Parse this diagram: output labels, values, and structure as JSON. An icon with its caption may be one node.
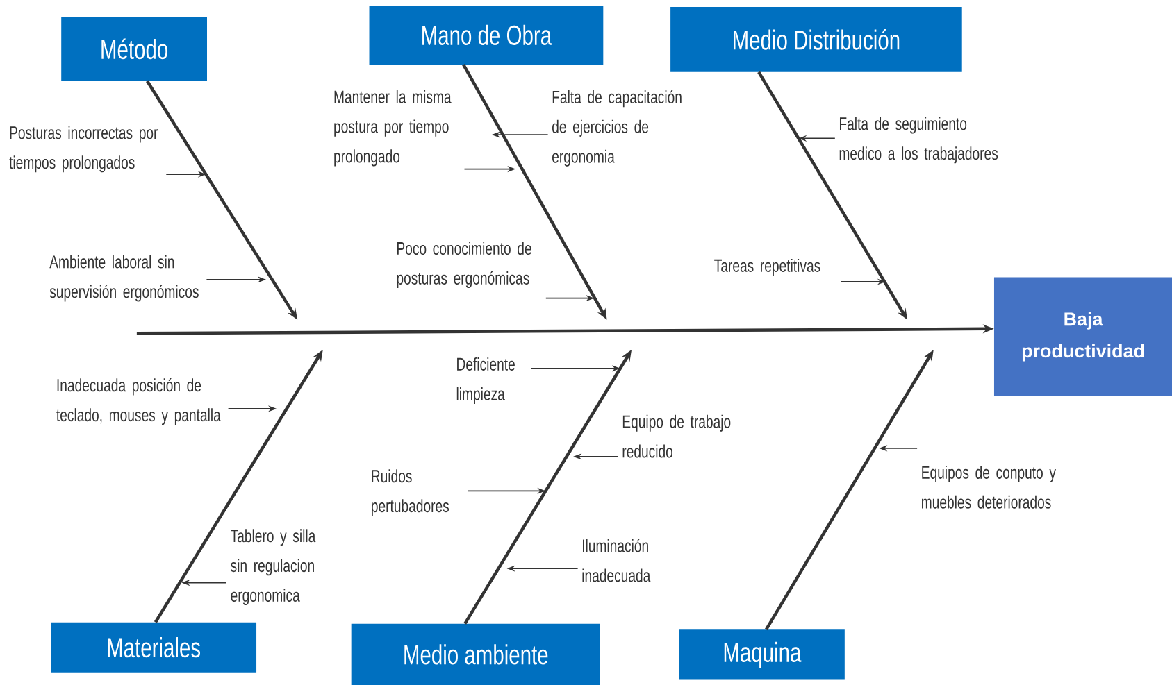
{
  "diagram": {
    "nodes": [
      {
        "text": [
          "Método"
        ]
      },
      {
        "text": [
          "Mano de Obra"
        ]
      },
      {
        "text": [
          "Medio Distribución"
        ]
      },
      {
        "text": [
          "Baja productividad"
        ]
      },
      {
        "text": [
          "Materiales"
        ]
      },
      {
        "text": [
          "Medio ambiente"
        ]
      },
      {
        "text": [
          "Maquina"
        ]
      },
      {
        "text": [
          "Posturas incorrectas por tiempos prolongados"
        ]
      },
      {
        "text": [
          "Ambiente laboral sin supervisión ergonómicos"
        ]
      },
      {
        "text": [
          "Mantener la misma postura por tiempo prolongado"
        ]
      },
      {
        "text": [
          "Falta de capacitación de ejercicios de ergonomia"
        ]
      },
      {
        "text": [
          "Poco conocimiento de posturas ergonómicas"
        ]
      },
      {
        "text": [
          "Falta de seguimiento medico a los trabajadores"
        ]
      },
      {
        "text": [
          "Tareas repetitivas"
        ]
      },
      {
        "text": [
          "Inadecuada posición de teclado, mouses y pantalla"
        ]
      },
      {
        "text": [
          "Tablero y silla sin regulacion ergonomica"
        ]
      },
      {
        "text": [
          "Deficiente limpieza"
        ]
      },
      {
        "text": [
          "Equipo de trabajo reducido"
        ]
      },
      {
        "text": [
          "Ruidos pertubadores"
        ]
      },
      {
        "text": [
          "Iluminación inadecuada"
        ]
      },
      {
        "text": [
          "Equipos de conputo y muebles deteriorados"
        ]
      }
    ],
    "edges": [
      {
        "from": null,
        "to": 3,
        "arrow": "to",
        "style": "thick"
      },
      {
        "from": 0,
        "to": null,
        "arrow": "to",
        "style": "thick"
      },
      {
        "from": 1,
        "to": null,
        "arrow": "to",
        "style": "thick"
      },
      {
        "from": 2,
        "to": null,
        "arrow": "to",
        "style": "thick"
      },
      {
        "from": 4,
        "to": null,
        "arrow": "to",
        "style": "thick"
      },
      {
        "from": 5,
        "to": null,
        "arrow": "to",
        "style": "thick"
      },
      {
        "from": 6,
        "to": null,
        "arrow": "to",
        "style": "thick"
      },
      {
        "from": 7,
        "to": null,
        "arrow": "to"
      },
      {
        "from": 8,
        "to": null,
        "arrow": "to"
      },
      {
        "from": 9,
        "to": null,
        "arrow": "to"
      },
      {
        "from": 10,
        "to": null,
        "arrow": "to"
      },
      {
        "from": 11,
        "to": null,
        "arrow": "to"
      },
      {
        "from": 12,
        "to": null,
        "arrow": "to"
      },
      {
        "from": 13,
        "to": null,
        "arrow": "to"
      },
      {
        "from": 14,
        "to": null,
        "arrow": "to"
      },
      {
        "from": 15,
        "to": null,
        "arrow": "to"
      },
      {
        "from": 16,
        "to": null,
        "arrow": "to"
      },
      {
        "from": 17,
        "to": null,
        "arrow": "to"
      },
      {
        "from": 18,
        "to": null,
        "arrow": "to"
      },
      {
        "from": 19,
        "to": null,
        "arrow": "to"
      },
      {
        "from": 20,
        "to": null,
        "arrow": "to"
      }
    ]
  }
}
